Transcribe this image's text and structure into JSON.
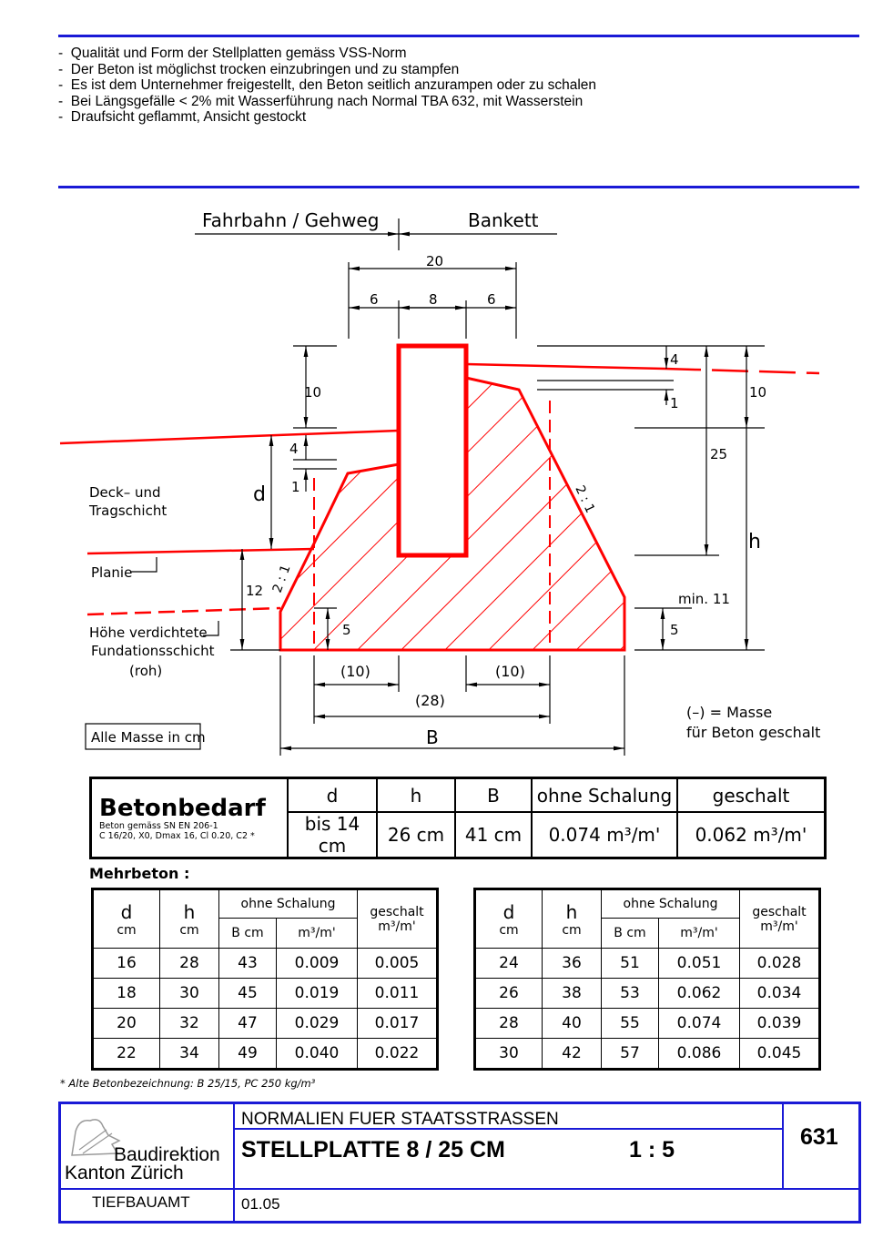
{
  "notes": [
    "Qualität und Form der Stellplatten gemäss VSS-Norm",
    "Der Beton ist möglichst trocken einzubringen und zu stampfen",
    "Es ist dem Unternehmer freigestellt, den Beton seitlich anzurampen oder zu schalen",
    "Bei Längsgefälle < 2% mit Wasserführung nach Normal TBA 632, mit Wasserstein",
    "Draufsicht geflammt, Ansicht gestockt"
  ],
  "drawing": {
    "label_left": "Fahrbahn / Gehweg",
    "label_right": "Bankett",
    "dim_20": "20",
    "dim_6a": "6",
    "dim_8": "8",
    "dim_6b": "6",
    "dim_10_left": "10",
    "dim_4_left": "4",
    "dim_1_left": "1",
    "dim_d": "d",
    "dim_12": "12",
    "dim_5_left": "5",
    "slope_left": "2 : 1",
    "slope_right": "2 : 1",
    "dim_4_right": "4",
    "dim_1_right": "1",
    "dim_10_right": "10",
    "dim_25": "25",
    "dim_h": "h",
    "dim_min11": "min. 11",
    "dim_5_right": "5",
    "dim_10a": "(10)",
    "dim_10b": "(10)",
    "dim_28": "(28)",
    "dim_B": "B",
    "label_deck1": "Deck– und",
    "label_deck2": "Tragschicht",
    "label_planie": "Planie",
    "label_hoehe1": "Höhe verdichtete",
    "label_hoehe2": "Fundationsschicht",
    "label_hoehe3": "(roh)",
    "legend1": "(–) = Masse",
    "legend2": "für Beton geschalt",
    "units_box": "Alle Masse in cm"
  },
  "betonbedarf": {
    "title": "Betonbedarf",
    "sub1": "Beton gemäss SN EN 206-1",
    "sub2": "C 16/20, X0, Dmax 16, Cl 0.20, C2 *",
    "headers": [
      "d",
      "h",
      "B",
      "ohne Schalung",
      "geschalt"
    ],
    "values": [
      "bis 14 cm",
      "26 cm",
      "41 cm",
      "0.074 m³/m'",
      "0.062 m³/m'"
    ]
  },
  "mehrbeton": {
    "title": "Mehrbeton :",
    "header": {
      "d": "d",
      "h": "h",
      "ohne": "ohne Schalung",
      "geschalt": "geschalt",
      "cm_d": "cm",
      "cm_h": "cm",
      "B_cm": "B cm",
      "m3m": "m³/m'",
      "geschalt_unit": "m³/m'"
    },
    "left_rows": [
      [
        "16",
        "28",
        "43",
        "0.009",
        "0.005"
      ],
      [
        "18",
        "30",
        "45",
        "0.019",
        "0.011"
      ],
      [
        "20",
        "32",
        "47",
        "0.029",
        "0.017"
      ],
      [
        "22",
        "34",
        "49",
        "0.040",
        "0.022"
      ]
    ],
    "right_rows": [
      [
        "24",
        "36",
        "51",
        "0.051",
        "0.028"
      ],
      [
        "26",
        "38",
        "53",
        "0.062",
        "0.034"
      ],
      [
        "28",
        "40",
        "55",
        "0.074",
        "0.039"
      ],
      [
        "30",
        "42",
        "57",
        "0.086",
        "0.045"
      ]
    ]
  },
  "footnote": "* Alte Betonbezeichnung: B 25/15, PC 250 kg/m³",
  "titleblock": {
    "org1": "Baudirektion",
    "org2": "Kanton Zürich",
    "series": "NORMALIEN  FUER  STAATSSTRASSEN",
    "title": "STELLPLATTE 8 / 25 CM",
    "scale": "1 : 5",
    "number": "631",
    "dept": "TIEFBAUAMT",
    "date": "01.05"
  },
  "colors": {
    "blue": "#1a1ad6",
    "red": "#ff0000"
  }
}
